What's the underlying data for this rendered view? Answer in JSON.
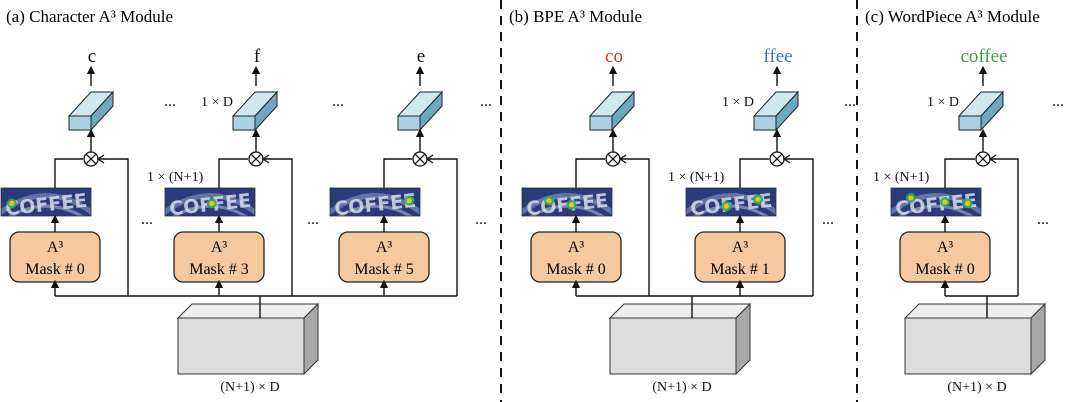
{
  "panels": [
    {
      "title": "(a) Character A³ Module",
      "outputs": [
        {
          "text": "c",
          "color": "#111111"
        },
        {
          "text": "f",
          "color": "#111111"
        },
        {
          "text": "e",
          "color": "#111111"
        }
      ],
      "masks": [
        "Mask # 0",
        "Mask # 3",
        "Mask # 5"
      ],
      "mask_heading": "A³",
      "dim_label": "1 × D",
      "map_label": "1 × (N+1)",
      "feature_label": "(N+1) × D",
      "ellipsis": "..."
    },
    {
      "title": "(b) BPE A³ Module",
      "outputs": [
        {
          "text": "co",
          "color": "#c0392b"
        },
        {
          "text": "ffee",
          "color": "#3a78c2"
        }
      ],
      "masks": [
        "Mask # 0",
        "Mask # 1"
      ],
      "mask_heading": "A³",
      "dim_label": "1 × D",
      "map_label": "1 × (N+1)",
      "feature_label": "(N+1) × D",
      "ellipsis": "..."
    },
    {
      "title": "(c) WordPiece A³ Module",
      "outputs": [
        {
          "text": "coffee",
          "color": "#43a047"
        }
      ],
      "masks": [
        "Mask # 0"
      ],
      "mask_heading": "A³",
      "dim_label": "1 × D",
      "map_label": "1 × (N+1)",
      "feature_label": "(N+1) × D",
      "ellipsis": "..."
    }
  ],
  "heatmap_text": "COFFEE",
  "colors": {
    "mask_fill": "#f6c8a0",
    "mask_stroke": "#222222",
    "prism_front": "#a9d3e2",
    "prism_top": "#cfe8f1",
    "prism_side": "#6fa9bf",
    "block_front": "#dcdcdc",
    "block_top": "#eeeeee",
    "block_side": "#a8a8a8",
    "heatmap_bg": "#2b3a7a",
    "line": "#111111"
  },
  "icons": [
    "multiply-icon",
    "arrow-up-icon"
  ]
}
